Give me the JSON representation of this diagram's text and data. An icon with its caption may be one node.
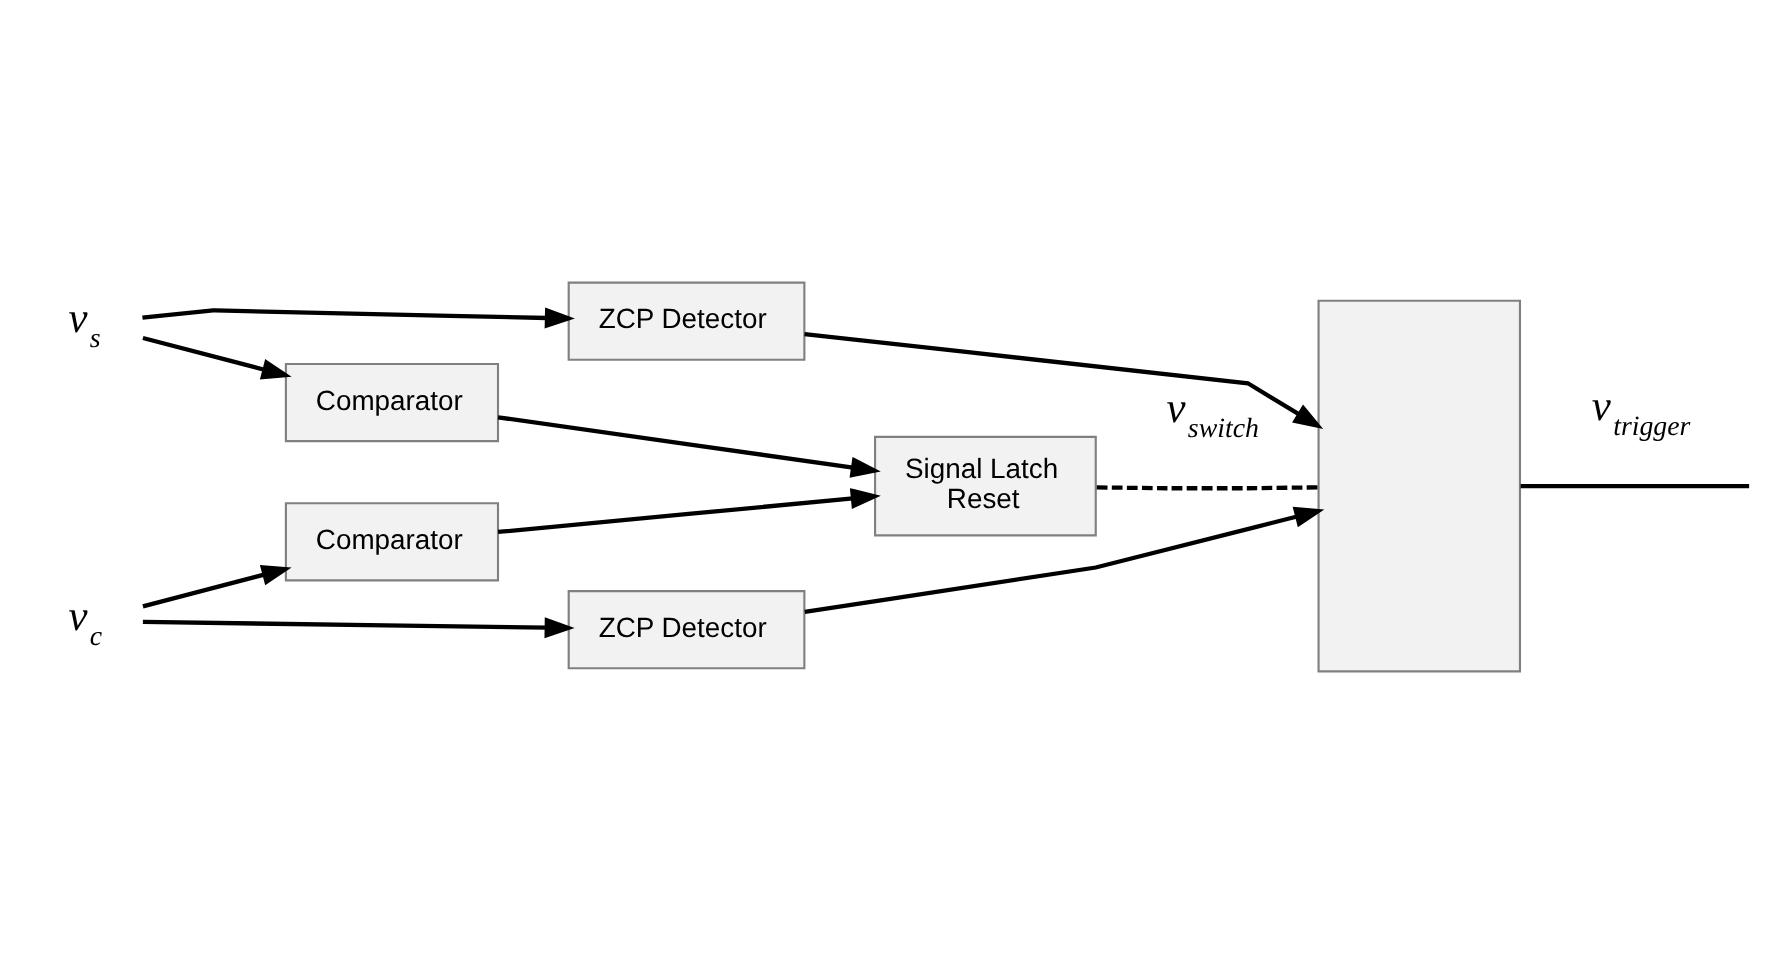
{
  "diagram": {
    "nodes": [
      {
        "text": [
          "v$_{s}$"
        ]
      },
      {
        "text": [
          "ZCP Detector"
        ]
      },
      {
        "text": [
          "v$_{c}$"
        ]
      },
      {
        "text": [
          "ZCP Detector"
        ]
      },
      {
        "text": [],
        "shape": "box"
      },
      {
        "text": [
          "Comparator"
        ]
      },
      {
        "text": [
          "Comparator"
        ]
      },
      {
        "text": [
          "Signal Latch",
          "Reset"
        ]
      }
    ],
    "edges": [
      {
        "from": 0,
        "to": 1,
        "arrow": "to"
      },
      {
        "from": 0,
        "to": 5,
        "arrow": "to"
      },
      {
        "from": 2,
        "to": 3,
        "arrow": "to"
      },
      {
        "from": 2,
        "to": 6,
        "arrow": "to"
      },
      {
        "from": 1,
        "to": 4,
        "arrow": "to"
      },
      {
        "from": 3,
        "to": 4,
        "arrow": "to"
      },
      {
        "from": 5,
        "to": 7,
        "arrow": "to"
      },
      {
        "from": 6,
        "to": 7,
        "arrow": "to"
      },
      {
        "from": 7,
        "to": 4,
        "arrow": "none",
        "style": "dashed",
        "label": "v$_{switch}$"
      },
      {
        "from": 4,
        "to": null,
        "arrow": "none",
        "label": "v$_{trigger}$"
      }
    ]
  }
}
